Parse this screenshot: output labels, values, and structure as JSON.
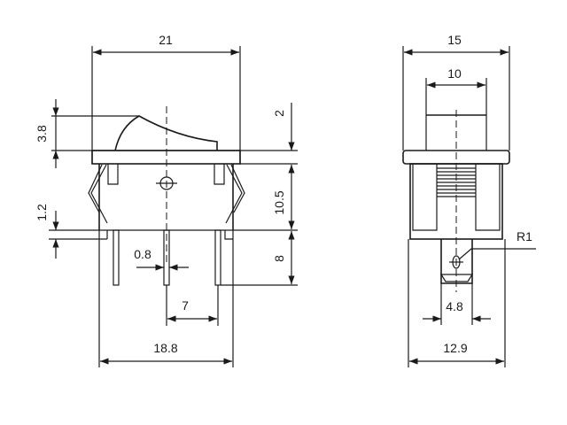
{
  "front_view": {
    "dimensions": {
      "width_top": "21",
      "rocker_height": "3.8",
      "flange_thickness": "2",
      "body_height": "10.5",
      "clip_offset": "1.2",
      "pin_width": "0.8",
      "pin_length": "8",
      "pin_pitch": "7",
      "body_width": "18.8"
    }
  },
  "side_view": {
    "dimensions": {
      "flange_width": "15",
      "rocker_width": "10",
      "hole_radius": "R1",
      "terminal_width": "4.8",
      "body_width": "12.9"
    }
  },
  "colors": {
    "line": "#1a1a1a",
    "background": "#ffffff"
  }
}
